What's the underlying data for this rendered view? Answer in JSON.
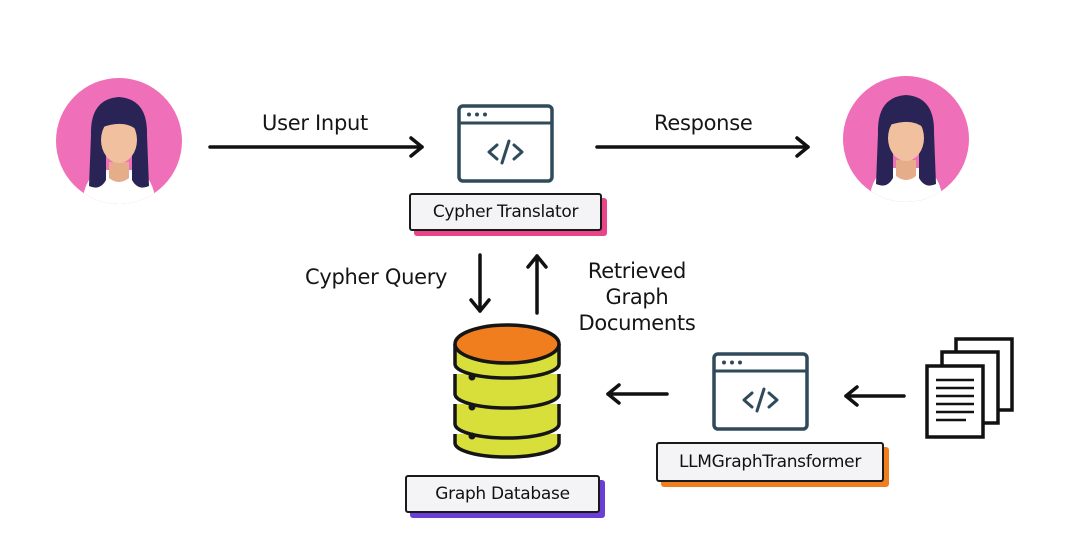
{
  "labels": {
    "user_input": "User Input",
    "response": "Response",
    "cypher_query": "Cypher Query",
    "retrieved_graph_documents": [
      "Retrieved",
      "Graph",
      "Documents"
    ]
  },
  "nodes": {
    "cypher_translator": "Cypher Translator",
    "graph_database": "Graph Database",
    "llm_graph_transformer": "LLMGraphTransformer"
  },
  "colors": {
    "avatar_bg": "#ef6fb8",
    "hair": "#2a2456",
    "skin": "#f0c09f",
    "db_top": "#f07e1e",
    "db_body": "#d8df3a",
    "code_window": "#2f4a5a",
    "shadow_pink": "#e9448a",
    "shadow_purple": "#6b3fd6",
    "shadow_orange": "#f07e1e"
  },
  "icons": [
    "user-avatar-icon",
    "code-window-icon",
    "database-icon",
    "documents-icon",
    "arrow-icon"
  ]
}
